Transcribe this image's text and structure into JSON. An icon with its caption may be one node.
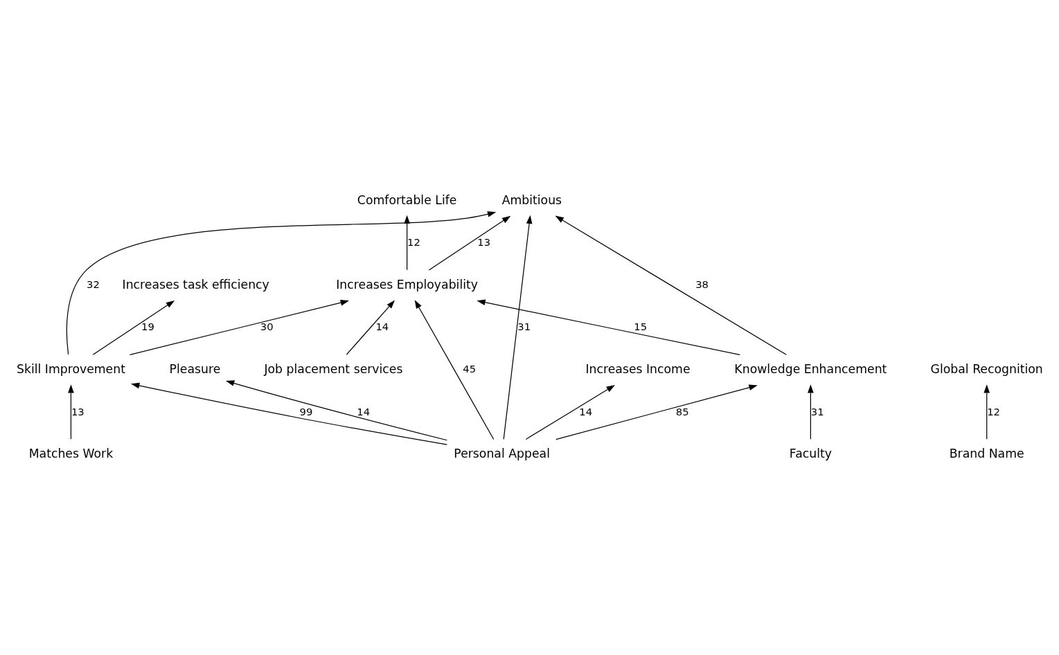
{
  "diagram": {
    "nodes": [
      {
        "text": [
          "Pleasure"
        ]
      },
      {
        "text": [
          "Comfortable Life"
        ]
      },
      {
        "text": [
          "Ambitious"
        ]
      },
      {
        "text": [
          "Increases Employability"
        ]
      },
      {
        "text": [
          "Increases task efficiency"
        ]
      },
      {
        "text": [
          "Global Recognition"
        ]
      },
      {
        "text": [
          "Increases Income"
        ]
      },
      {
        "text": [
          "Knowledge Enhancement"
        ]
      },
      {
        "text": [
          "Skill Improvement"
        ]
      },
      {
        "text": [
          "Faculty"
        ]
      },
      {
        "text": [
          "Job placement services"
        ]
      },
      {
        "text": [
          "Matches Work"
        ]
      },
      {
        "text": [
          "Brand Name"
        ]
      },
      {
        "text": [
          "Personal Appeal"
        ]
      }
    ],
    "edges": [
      {
        "from": 12,
        "to": 5,
        "arrow": "to",
        "label": "12"
      },
      {
        "from": 13,
        "to": 0,
        "arrow": "to",
        "label": "14"
      },
      {
        "from": 13,
        "to": 6,
        "arrow": "to",
        "label": "14"
      },
      {
        "from": 13,
        "to": 7,
        "arrow": "to",
        "label": "85"
      },
      {
        "from": 13,
        "to": 3,
        "arrow": "to",
        "label": "45"
      },
      {
        "from": 13,
        "to": 8,
        "arrow": "to",
        "label": "99"
      },
      {
        "from": 13,
        "to": 2,
        "arrow": "to",
        "label": "31"
      },
      {
        "from": 9,
        "to": 7,
        "arrow": "to",
        "label": "31"
      },
      {
        "from": 10,
        "to": 3,
        "arrow": "to",
        "label": "14"
      },
      {
        "from": 11,
        "to": 8,
        "arrow": "to",
        "label": "13"
      },
      {
        "from": 7,
        "to": 3,
        "arrow": "to",
        "label": "15"
      },
      {
        "from": 7,
        "to": 2,
        "arrow": "to",
        "label": "38"
      },
      {
        "from": 3,
        "to": 1,
        "arrow": "to",
        "label": "12"
      },
      {
        "from": 3,
        "to": 2,
        "arrow": "to",
        "label": "13"
      },
      {
        "from": 8,
        "to": 3,
        "arrow": "to",
        "label": "30"
      },
      {
        "from": 8,
        "to": 4,
        "arrow": "to",
        "label": "19"
      },
      {
        "from": 8,
        "to": 2,
        "arrow": "to",
        "label": "32"
      }
    ]
  }
}
